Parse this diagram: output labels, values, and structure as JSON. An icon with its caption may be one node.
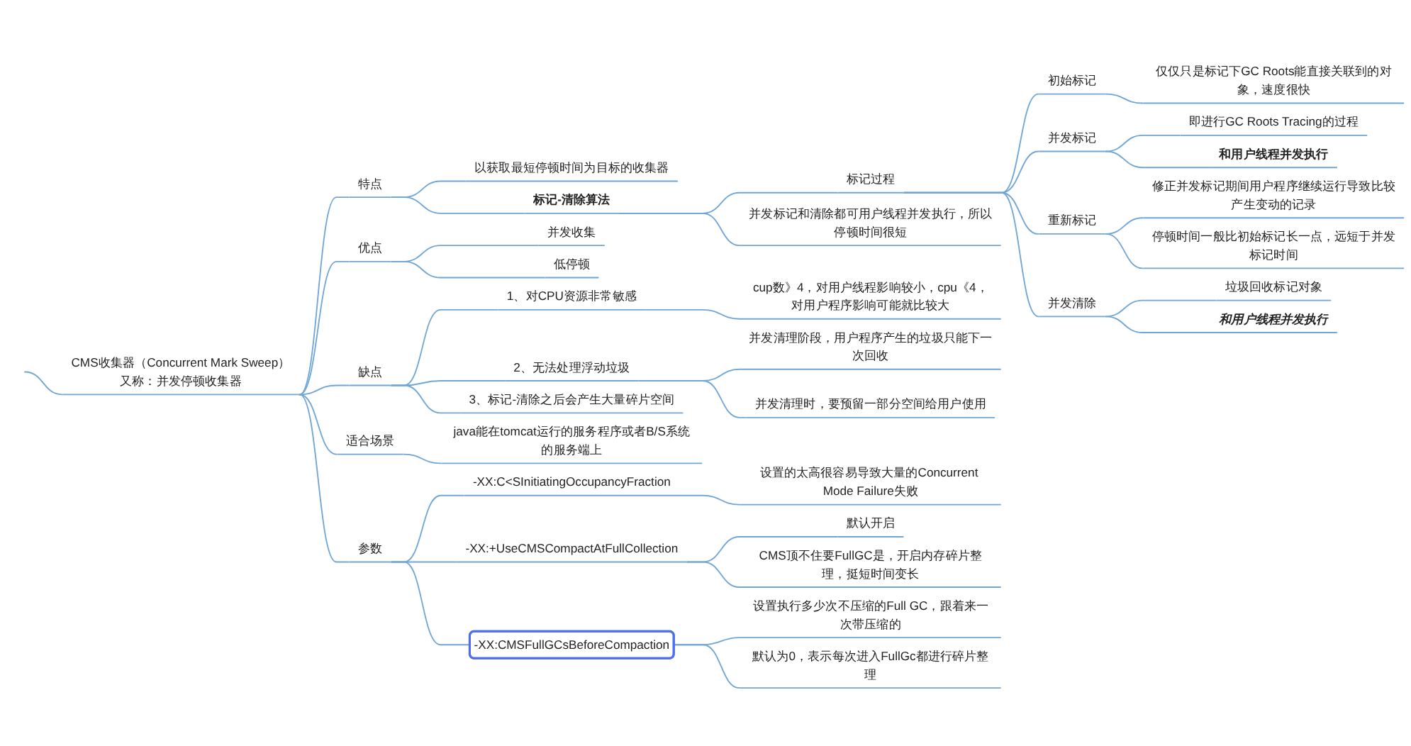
{
  "diagram": {
    "nodes": [
      {
        "text": [
          "CMS收集器（Concurrent Mark Sweep）",
          "又称：并发停顿收集器"
        ]
      },
      {
        "text": [
          "特点"
        ]
      },
      {
        "text": [
          "以获取最短停顿时间为目标的收集器"
        ]
      },
      {
        "text": [
          "标记-清除算法"
        ]
      },
      {
        "text": [
          "标记过程"
        ]
      },
      {
        "text": [
          "初始标记"
        ]
      },
      {
        "text": [
          "仅仅只是标记下GC Roots能直接关联到的对象，速度很快"
        ]
      },
      {
        "text": [
          "并发标记"
        ]
      },
      {
        "text": [
          "即进行GC Roots Tracing的过程"
        ]
      },
      {
        "text": [
          "和用户线程并发执行"
        ]
      },
      {
        "text": [
          "重新标记"
        ]
      },
      {
        "text": [
          "修正并发标记期间用户程序继续运行导致比较产生变动的记录"
        ]
      },
      {
        "text": [
          "停顿时间一般比初始标记长一点，远短于并发标记时间"
        ]
      },
      {
        "text": [
          "并发清除"
        ]
      },
      {
        "text": [
          "垃圾回收标记对象"
        ]
      },
      {
        "text": [
          "和用户线程并发执行"
        ]
      },
      {
        "text": [
          "并发标记和清除都可用户线程并发执行，所以停顿时间很短"
        ]
      },
      {
        "text": [
          "优点"
        ]
      },
      {
        "text": [
          "并发收集"
        ]
      },
      {
        "text": [
          "低停顿"
        ]
      },
      {
        "text": [
          "缺点"
        ]
      },
      {
        "text": [
          "1、对CPU资源非常敏感"
        ]
      },
      {
        "text": [
          "cup数》4，对用户线程影响较小，cpu《4，对用户程序影响可能就比较大"
        ]
      },
      {
        "text": [
          "2、无法处理浮动垃圾"
        ]
      },
      {
        "text": [
          "并发清理阶段，用户程序产生的垃圾只能下一次回收"
        ]
      },
      {
        "text": [
          "并发清理时，要预留一部分空间给用户使用"
        ]
      },
      {
        "text": [
          "3、标记-清除之后会产生大量碎片空间"
        ]
      },
      {
        "text": [
          "适合场景"
        ]
      },
      {
        "text": [
          "java能在tomcat运行的服务程序或者B/S系统的服务端上"
        ]
      },
      {
        "text": [
          "参数"
        ]
      },
      {
        "text": [
          "-XX:C<SInitiatingOccupancyFraction"
        ]
      },
      {
        "text": [
          "设置的太高很容易导致大量的Concurrent Mode Failure失败"
        ]
      },
      {
        "text": [
          "-XX:+UseCMSCompactAtFullCollection"
        ]
      },
      {
        "text": [
          "默认开启"
        ]
      },
      {
        "text": [
          "CMS顶不住要FullGC是，开启内存碎片整理，挺短时间变长"
        ]
      },
      {
        "text": [
          "-XX:CMSFullGCsBeforeCompaction"
        ]
      },
      {
        "text": [
          "设置执行多少次不压缩的Full GC，跟着来一次带压缩的"
        ]
      },
      {
        "text": [
          "默认为0，表示每次进入FullGc都进行碎片整理"
        ]
      }
    ],
    "edges": [
      {
        "from": null,
        "to": 0,
        "arrow": "none"
      },
      {
        "from": 0,
        "to": 1,
        "arrow": "none"
      },
      {
        "from": 1,
        "to": 2,
        "arrow": "none"
      },
      {
        "from": 1,
        "to": 3,
        "arrow": "none"
      },
      {
        "from": 3,
        "to": 4,
        "arrow": "none"
      },
      {
        "from": 4,
        "to": 5,
        "arrow": "none"
      },
      {
        "from": 5,
        "to": 6,
        "arrow": "none"
      },
      {
        "from": 4,
        "to": 7,
        "arrow": "none"
      },
      {
        "from": 7,
        "to": 8,
        "arrow": "none"
      },
      {
        "from": 7,
        "to": 9,
        "arrow": "none"
      },
      {
        "from": 4,
        "to": 10,
        "arrow": "none"
      },
      {
        "from": 10,
        "to": 11,
        "arrow": "none"
      },
      {
        "from": 10,
        "to": 12,
        "arrow": "none"
      },
      {
        "from": 4,
        "to": 13,
        "arrow": "none"
      },
      {
        "from": 13,
        "to": 14,
        "arrow": "none"
      },
      {
        "from": 13,
        "to": 15,
        "arrow": "none"
      },
      {
        "from": 3,
        "to": 16,
        "arrow": "none"
      },
      {
        "from": 0,
        "to": 17,
        "arrow": "none"
      },
      {
        "from": 17,
        "to": 18,
        "arrow": "none"
      },
      {
        "from": 17,
        "to": 19,
        "arrow": "none"
      },
      {
        "from": 0,
        "to": 20,
        "arrow": "none"
      },
      {
        "from": 20,
        "to": 21,
        "arrow": "none"
      },
      {
        "from": 21,
        "to": 22,
        "arrow": "none"
      },
      {
        "from": 20,
        "to": 23,
        "arrow": "none"
      },
      {
        "from": 23,
        "to": 24,
        "arrow": "none"
      },
      {
        "from": 23,
        "to": 25,
        "arrow": "none"
      },
      {
        "from": 20,
        "to": 26,
        "arrow": "none"
      },
      {
        "from": 0,
        "to": 27,
        "arrow": "none"
      },
      {
        "from": 27,
        "to": 28,
        "arrow": "none"
      },
      {
        "from": 0,
        "to": 29,
        "arrow": "none"
      },
      {
        "from": 29,
        "to": 30,
        "arrow": "none"
      },
      {
        "from": 30,
        "to": 31,
        "arrow": "none"
      },
      {
        "from": 29,
        "to": 32,
        "arrow": "none"
      },
      {
        "from": 32,
        "to": 33,
        "arrow": "none"
      },
      {
        "from": 32,
        "to": 34,
        "arrow": "none"
      },
      {
        "from": 29,
        "to": 35,
        "arrow": "none"
      },
      {
        "from": 35,
        "to": 36,
        "arrow": "none"
      },
      {
        "from": 35,
        "to": 37,
        "arrow": "none"
      }
    ]
  }
}
